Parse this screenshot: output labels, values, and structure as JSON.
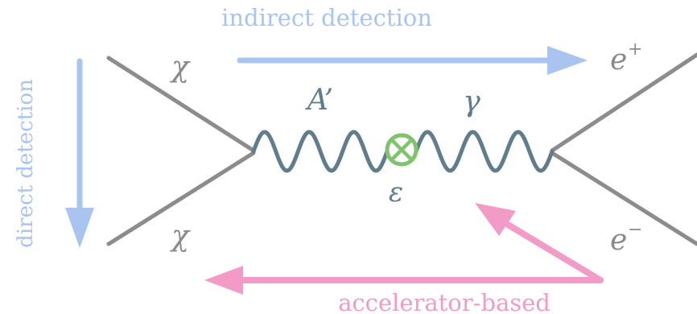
{
  "labels": {
    "indirect_detection": "indirect detection",
    "direct_detection": "direct detection",
    "accelerator_based": "accelerator-based"
  },
  "particles": {
    "chi_top": "χ",
    "chi_bottom": "χ",
    "dark_photon": "A’",
    "photon": "γ",
    "mixing": "ε",
    "positron_base": "e",
    "positron_sup": "+",
    "electron_base": "e",
    "electron_sup": "−"
  },
  "colors": {
    "line_gray": "#8c8c8c",
    "wave": "#607d8b",
    "blue_arrow": "#a9c4ef",
    "pink_arrow": "#f29bc6",
    "mixing_vertex": "#7fc36d",
    "text_gray": "#8a8a8a",
    "text_wave": "#607d8b"
  },
  "icons": {
    "mixing_vertex": "circled-times-icon"
  }
}
